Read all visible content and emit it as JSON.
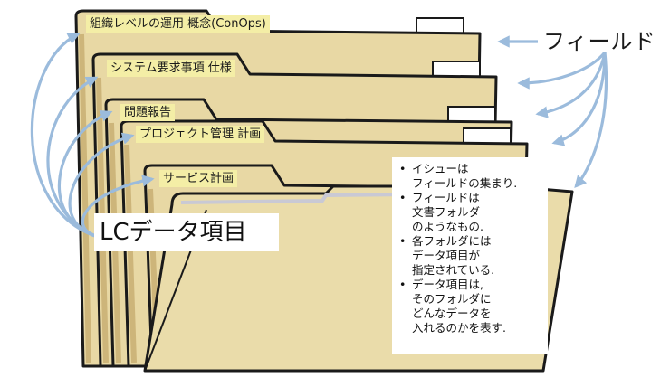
{
  "diagram": {
    "field_label": "フィールド",
    "lc_label": "LCデータ項目",
    "folders": [
      {
        "label": "組織レベルの運用\n概念(ConOps)"
      },
      {
        "label": "システム要求事項\n仕様"
      },
      {
        "label": "問題報告"
      },
      {
        "label": "プロジェクト管理\n計画"
      },
      {
        "label": "サービス計画"
      }
    ],
    "notes": [
      "イシューは\nフィールドの集まり.",
      "フィールドは\n文書フォルダ\nのようなもの.",
      "各フォルダには\nデータ項目が\n指定されている.",
      "データ項目は,\nそのフォルダに\nどんなデータを\n入れるのかを表す."
    ],
    "colors": {
      "folder_fill": "#e8d8a4",
      "folder_shade": "#cdb57a",
      "outline": "#1a1a1a",
      "tab_label_bg": "#f4eea6",
      "arrow": "#9bbbdc",
      "paper_edge": "#c9c9d4"
    }
  }
}
